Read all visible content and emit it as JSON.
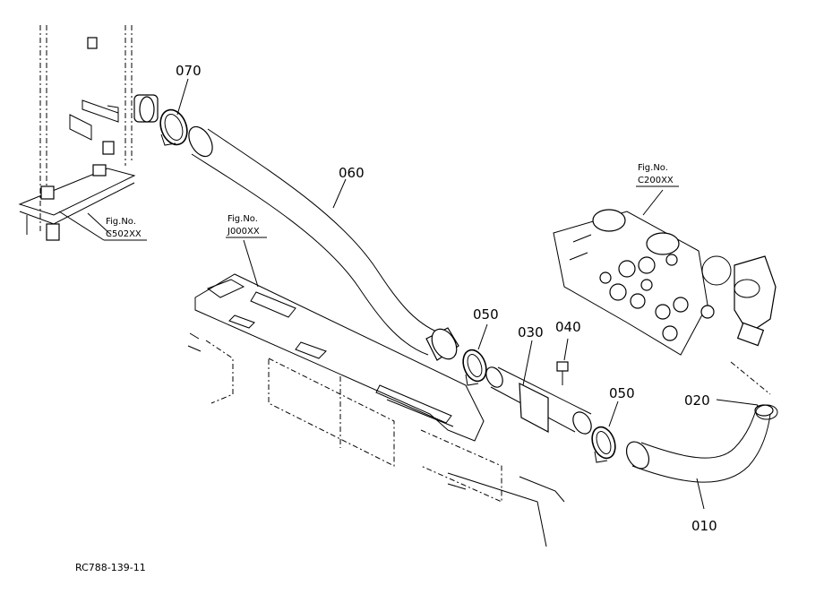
{
  "diagram_code": "RC788-139-11",
  "parts": [
    {
      "id": "p070",
      "label": "070"
    },
    {
      "id": "p060",
      "label": "060"
    },
    {
      "id": "p050a",
      "label": "050"
    },
    {
      "id": "p030",
      "label": "030"
    },
    {
      "id": "p040",
      "label": "040"
    },
    {
      "id": "p050b",
      "label": "050"
    },
    {
      "id": "p020",
      "label": "020"
    },
    {
      "id": "p010",
      "label": "010"
    }
  ],
  "fig_refs": [
    {
      "line1": "Fig.No.",
      "line2": "C502XX"
    },
    {
      "line1": "Fig.No.",
      "line2": "J000XX"
    },
    {
      "line1": "Fig.No.",
      "line2": "C200XX"
    }
  ]
}
